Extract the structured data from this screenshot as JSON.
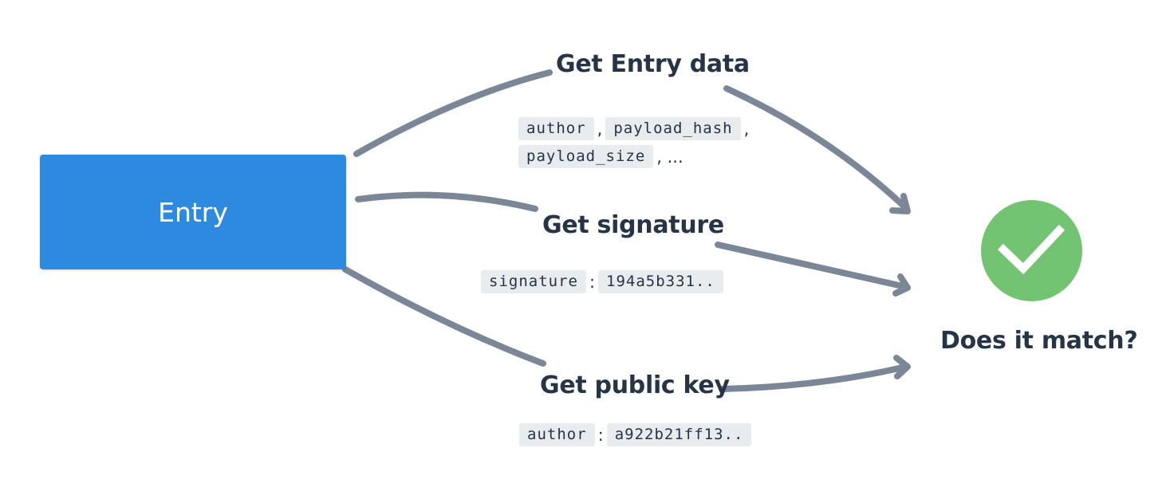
{
  "entry": {
    "label": "Entry"
  },
  "steps": [
    {
      "heading": "Get Entry data",
      "lines": [
        [
          {
            "code": "author"
          },
          {
            "sep": ","
          },
          {
            "code": "payload_hash"
          },
          {
            "sep": ","
          }
        ],
        [
          {
            "code": "payload_size"
          },
          {
            "sep": ", ..."
          }
        ]
      ]
    },
    {
      "heading": "Get signature",
      "lines": [
        [
          {
            "code": "signature"
          },
          {
            "sep": ":"
          },
          {
            "code": "194a5b331.."
          }
        ]
      ]
    },
    {
      "heading": "Get public key",
      "lines": [
        [
          {
            "code": "author"
          },
          {
            "sep": ":"
          },
          {
            "code": "a922b21ff13.."
          }
        ]
      ]
    }
  ],
  "result": {
    "label": "Does it match?",
    "icon": "checkmark-icon"
  },
  "colors": {
    "entry_box": "#2e8ade",
    "arrow": "#7b8796",
    "text": "#263545",
    "code_bg": "#e8ecef",
    "check_circle": "#72c472"
  }
}
